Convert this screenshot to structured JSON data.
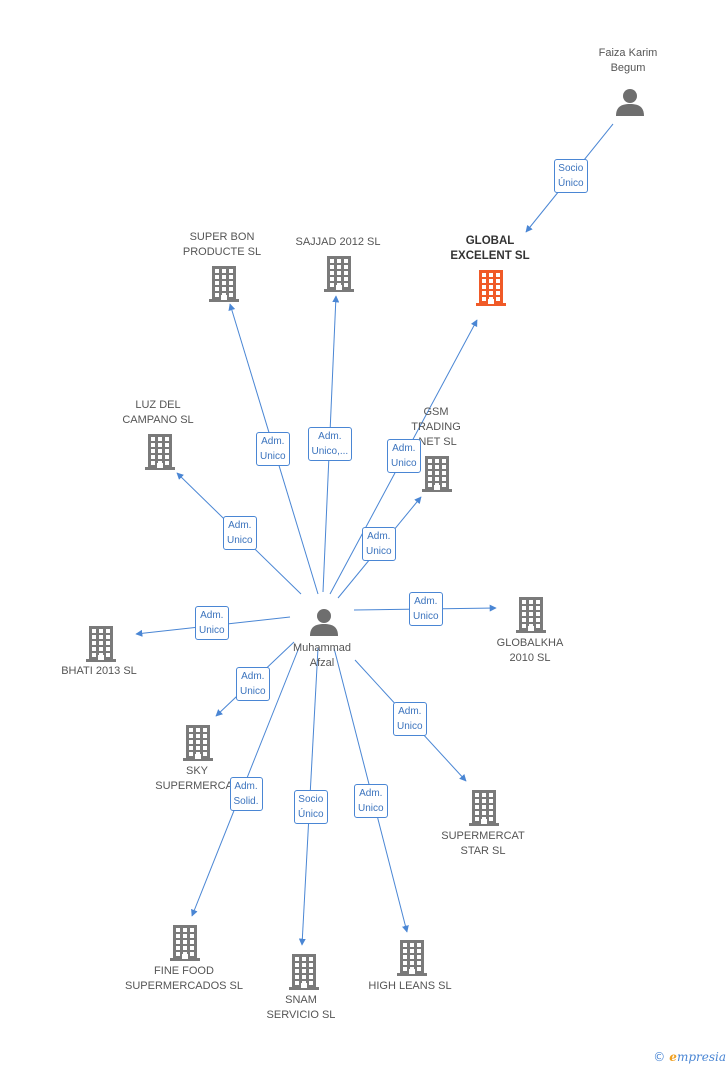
{
  "colors": {
    "edge": "#4a86d4",
    "company": "#7a7a7a",
    "focal_company": "#f05a28",
    "person": "#6e6e6e",
    "label_text": "#555555"
  },
  "nodes": [
    {
      "id": "faiza",
      "type": "person",
      "icon": "person-icon",
      "label": [
        "Faiza Karim",
        "Begum"
      ]
    },
    {
      "id": "global",
      "type": "company",
      "focal": true,
      "icon": "building-icon",
      "label": [
        "GLOBAL",
        "EXCELENT SL"
      ]
    },
    {
      "id": "superbon",
      "type": "company",
      "icon": "building-icon",
      "label": [
        "SUPER BON",
        "PRODUCTE  SL"
      ]
    },
    {
      "id": "sajjad",
      "type": "company",
      "icon": "building-icon",
      "label": [
        "SAJJAD 2012 SL"
      ]
    },
    {
      "id": "luz",
      "type": "company",
      "icon": "building-icon",
      "label": [
        "LUZ DEL",
        "CAMPANO SL"
      ]
    },
    {
      "id": "gsm",
      "type": "company",
      "icon": "building-icon",
      "label": [
        "GSM",
        "TRADING",
        ".NET SL"
      ]
    },
    {
      "id": "muhammad",
      "type": "person",
      "icon": "person-icon",
      "label": [
        "Muhammad",
        "Afzal"
      ]
    },
    {
      "id": "globalkha",
      "type": "company",
      "icon": "building-icon",
      "label": [
        "GLOBALKHA",
        "2010 SL"
      ]
    },
    {
      "id": "bhati",
      "type": "company",
      "icon": "building-icon",
      "label": [
        "BHATI 2013 SL"
      ]
    },
    {
      "id": "sky",
      "type": "company",
      "icon": "building-icon",
      "label": [
        "SKY",
        "SUPERMERCAT"
      ]
    },
    {
      "id": "superstar",
      "type": "company",
      "icon": "building-icon",
      "label": [
        "SUPERMERCAT",
        "STAR SL"
      ]
    },
    {
      "id": "finefood",
      "type": "company",
      "icon": "building-icon",
      "label": [
        "FINE FOOD",
        "SUPERMERCADOS SL"
      ]
    },
    {
      "id": "snam",
      "type": "company",
      "icon": "building-icon",
      "label": [
        "SNAM",
        "SERVICIO SL"
      ]
    },
    {
      "id": "highleans",
      "type": "company",
      "icon": "building-icon",
      "label": [
        "HIGH LEANS  SL"
      ]
    }
  ],
  "edges": [
    {
      "from": "faiza",
      "to": "global",
      "label": [
        "Socio",
        "Único"
      ]
    },
    {
      "from": "muhammad",
      "to": "superbon",
      "label": [
        "Adm.",
        "Unico"
      ]
    },
    {
      "from": "muhammad",
      "to": "sajjad",
      "label": [
        "Adm.",
        "Unico,..."
      ]
    },
    {
      "from": "muhammad",
      "to": "global",
      "label": [
        "Adm.",
        "Unico"
      ]
    },
    {
      "from": "muhammad",
      "to": "luz",
      "label": [
        "Adm.",
        "Unico"
      ]
    },
    {
      "from": "muhammad",
      "to": "gsm",
      "label": [
        "Adm.",
        "Unico"
      ]
    },
    {
      "from": "muhammad",
      "to": "globalkha",
      "label": [
        "Adm.",
        "Unico"
      ]
    },
    {
      "from": "muhammad",
      "to": "bhati",
      "label": [
        "Adm.",
        "Unico"
      ]
    },
    {
      "from": "muhammad",
      "to": "sky",
      "label": [
        "Adm.",
        "Unico"
      ]
    },
    {
      "from": "muhammad",
      "to": "superstar",
      "label": [
        "Adm.",
        "Unico"
      ]
    },
    {
      "from": "muhammad",
      "to": "finefood",
      "label": [
        "Adm.",
        "Solid."
      ]
    },
    {
      "from": "muhammad",
      "to": "snam",
      "label": [
        "Socio",
        "Único"
      ]
    },
    {
      "from": "muhammad",
      "to": "highleans",
      "label": [
        "Adm.",
        "Unico"
      ]
    }
  ],
  "brand": {
    "copyright": "©",
    "initial": "e",
    "rest": "mpresia"
  }
}
